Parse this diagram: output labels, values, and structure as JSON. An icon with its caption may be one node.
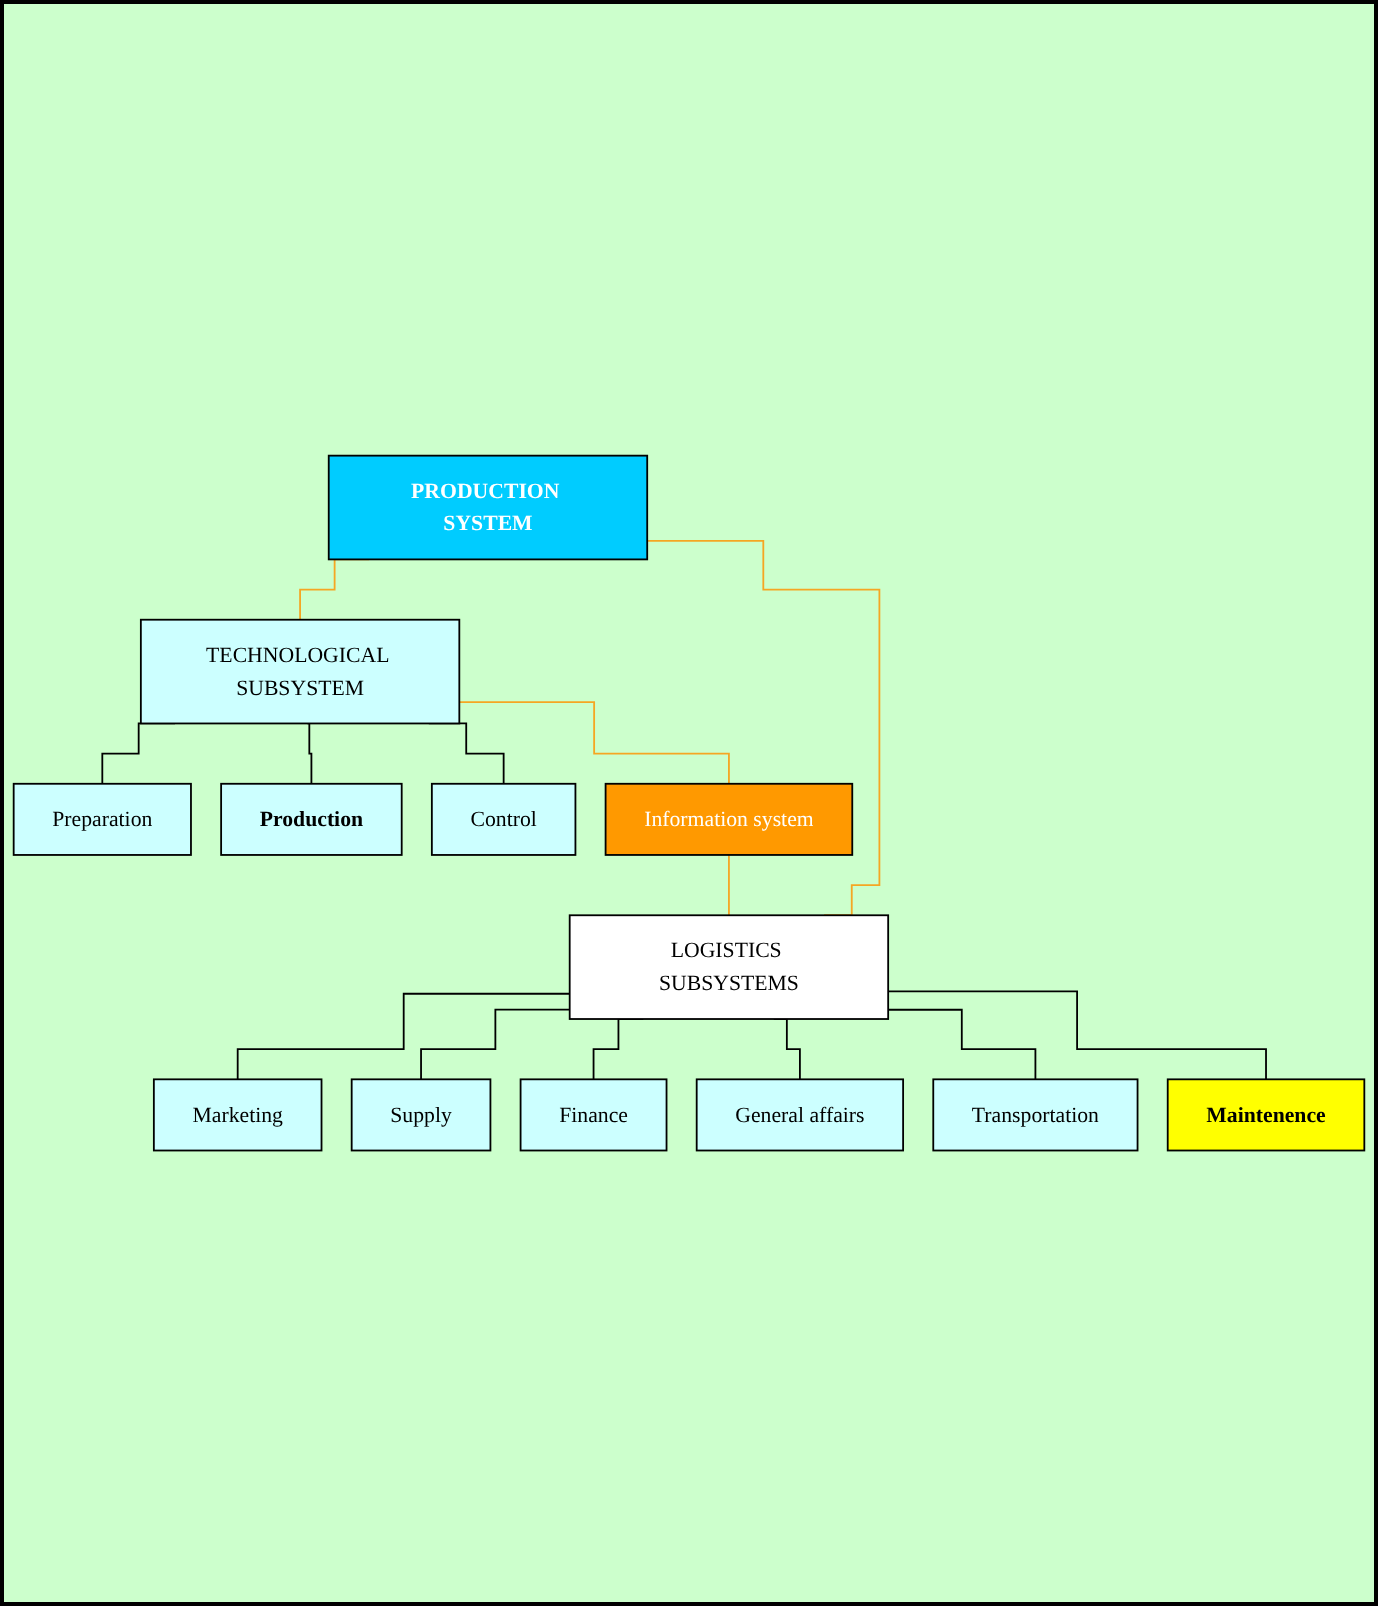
{
  "diagram": {
    "nodes": [
      {
        "text": [
          "PRODUCTION SYSTEM"
        ]
      },
      {
        "text": [
          "TECHNOLOGICAL SUBSYSTEM"
        ]
      },
      {
        "text": [
          "LOGISTICS SUBSYSTEMS"
        ]
      },
      {
        "text": [
          "Preparation"
        ]
      },
      {
        "text": [
          "Production"
        ]
      },
      {
        "text": [
          "Control"
        ]
      },
      {
        "text": [
          "Marketing"
        ]
      },
      {
        "text": [
          "Supply"
        ]
      },
      {
        "text": [
          "Finance"
        ]
      },
      {
        "text": [
          "General affairs"
        ]
      },
      {
        "text": [
          "Transportation"
        ]
      },
      {
        "text": [
          "Maintenence"
        ]
      },
      {
        "text": [
          "Information system"
        ]
      }
    ],
    "edges": [
      {
        "from": 0,
        "to": 1,
        "arrow": "none",
        "color": "#f5a623"
      },
      {
        "from": 0,
        "to": 2,
        "arrow": "none",
        "color": "#f5a623"
      },
      {
        "from": 1,
        "to": 3,
        "arrow": "none"
      },
      {
        "from": 1,
        "to": 4,
        "arrow": "none"
      },
      {
        "from": 1,
        "to": 5,
        "arrow": "none"
      },
      {
        "from": 2,
        "to": 6,
        "arrow": "none"
      },
      {
        "from": 2,
        "to": 7,
        "arrow": "none"
      },
      {
        "from": 2,
        "to": 8,
        "arrow": "none"
      },
      {
        "from": 2,
        "to": 9,
        "arrow": "none"
      },
      {
        "from": 2,
        "to": 10,
        "arrow": "none"
      },
      {
        "from": 2,
        "to": 11,
        "arrow": "none"
      },
      {
        "from": 1,
        "to": 12,
        "arrow": "none",
        "color": "#f5a623"
      },
      {
        "from": 12,
        "to": 2,
        "arrow": "none",
        "color": "#f5a623"
      }
    ]
  }
}
